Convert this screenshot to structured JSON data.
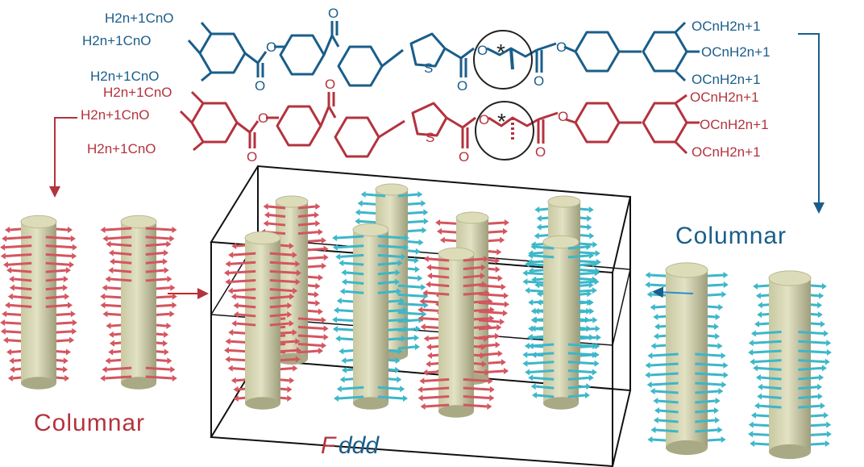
{
  "colors": {
    "blue": "#1a5e8a",
    "red": "#b3333e",
    "cyan_arrow": "#3cb7c9",
    "pink_arrow": "#d4555f",
    "cylinder": "#dcdcb8",
    "cylinder_shade": "#a9a985",
    "box": "#111111"
  },
  "molecule_blue": {
    "substituent_top": "H2n+1CnO",
    "substituent_middle": "H2n+1CnO",
    "substituent_bottom": "H2n+1CnO",
    "right_top": "OCnH2n+1",
    "right_middle": "OCnH2n+1",
    "right_bottom": "OCnH2n+1",
    "ketone_o": "O",
    "sulfur": "S",
    "ester_o1": "O",
    "ester_o2": "O",
    "ester_o3": "O",
    "ester_o4": "O",
    "ester_o5": "O",
    "ester_o6": "O",
    "chiral_mark": "*"
  },
  "molecule_red": {
    "substituent_top": "H2n+1CnO",
    "substituent_middle": "H2n+1CnO",
    "substituent_bottom": "H2n+1CnO",
    "right_top": "OCnH2n+1",
    "right_middle": "OCnH2n+1",
    "right_bottom": "OCnH2n+1",
    "ketone_o": "O",
    "sulfur": "S",
    "ester_o1": "O",
    "ester_o2": "O",
    "ester_o3": "O",
    "ester_o4": "O",
    "ester_o5": "O",
    "ester_o6": "O",
    "chiral_mark": "*"
  },
  "labels": {
    "columnar_right": "Columnar",
    "columnar_left": "Columnar",
    "fddd_F": "F",
    "fddd_ddd": "ddd"
  }
}
